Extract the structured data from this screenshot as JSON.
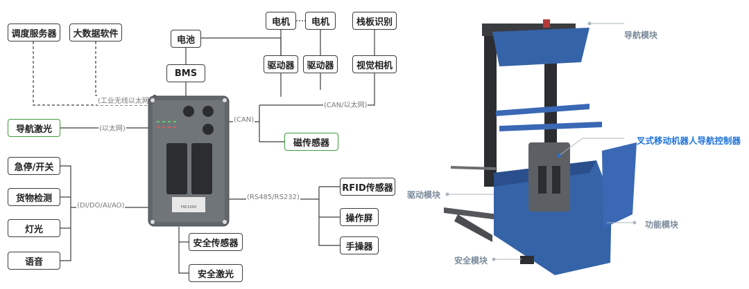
{
  "diagram": {
    "boxes": {
      "dispatch_server": "调度服务器",
      "big_data": "大数据软件",
      "battery": "电池",
      "bms": "BMS",
      "motor_1": "电机",
      "motor_2": "电机",
      "driver_1": "驱动器",
      "driver_2": "驱动器",
      "pallet_recognition": "栈板识别",
      "vision_camera": "视觉相机",
      "nav_laser": "导航激光",
      "magnetic_sensor": "磁传感器",
      "estop_switch": "急停/开关",
      "cargo_detect": "货物检测",
      "light": "灯光",
      "voice": "语音",
      "rfid_sensor": "RFID传感器",
      "operation_screen": "操作屏",
      "handheld_controller": "手操器",
      "safety_sensor": "安全传感器",
      "safety_laser": "安全激光"
    },
    "labels": {
      "industrial_wireless": "(工业无线以太网)",
      "ethernet": "(以太网)",
      "can": "(CAN)",
      "can_ethernet": "(CAN/以太网)",
      "io": "(DI/DO/AI/AO)",
      "rs485": "(RS485/RS232)"
    },
    "controller_text": "FRC5000"
  },
  "forklift": {
    "callouts": {
      "nav_module": "导航模块",
      "controller": "叉式移动机器人导航控制器",
      "drive_module": "驱动模块",
      "function_module": "功能模块",
      "safety_module": "安全模块"
    }
  },
  "colors": {
    "line": "#3b3b3b",
    "green_border": "#3c9a3c",
    "controller_body": "#6b7075",
    "forklift_blue": "#3563a8",
    "highlight_blue": "#1e73d8"
  }
}
